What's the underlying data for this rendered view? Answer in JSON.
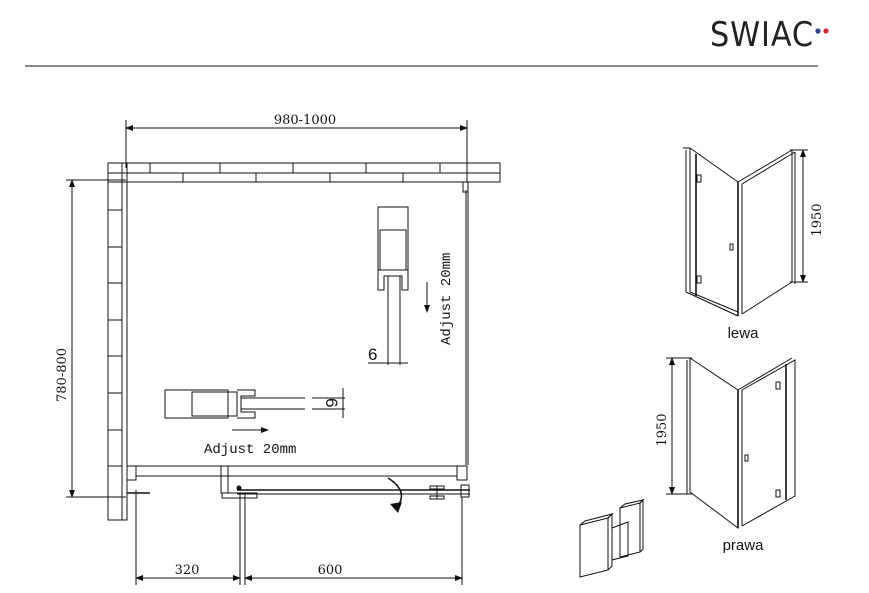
{
  "logo": {
    "text": "SWIAC",
    "dot_colors": [
      "#2a3f8f",
      "#d8262e"
    ]
  },
  "plan": {
    "width_dimension": "980-1000",
    "depth_dimension": "780-800",
    "bottom_left_dimension": "320",
    "bottom_right_dimension": "600",
    "vertical_profile": {
      "glass_thickness": "6",
      "adjust_label": "Adjust 20mm"
    },
    "horizontal_profile": {
      "glass_thickness": "6",
      "adjust_label": "Adjust 20mm"
    }
  },
  "views": {
    "left": {
      "height": "1950",
      "label": "lewa"
    },
    "right": {
      "height": "1950",
      "label": "prawa"
    }
  }
}
